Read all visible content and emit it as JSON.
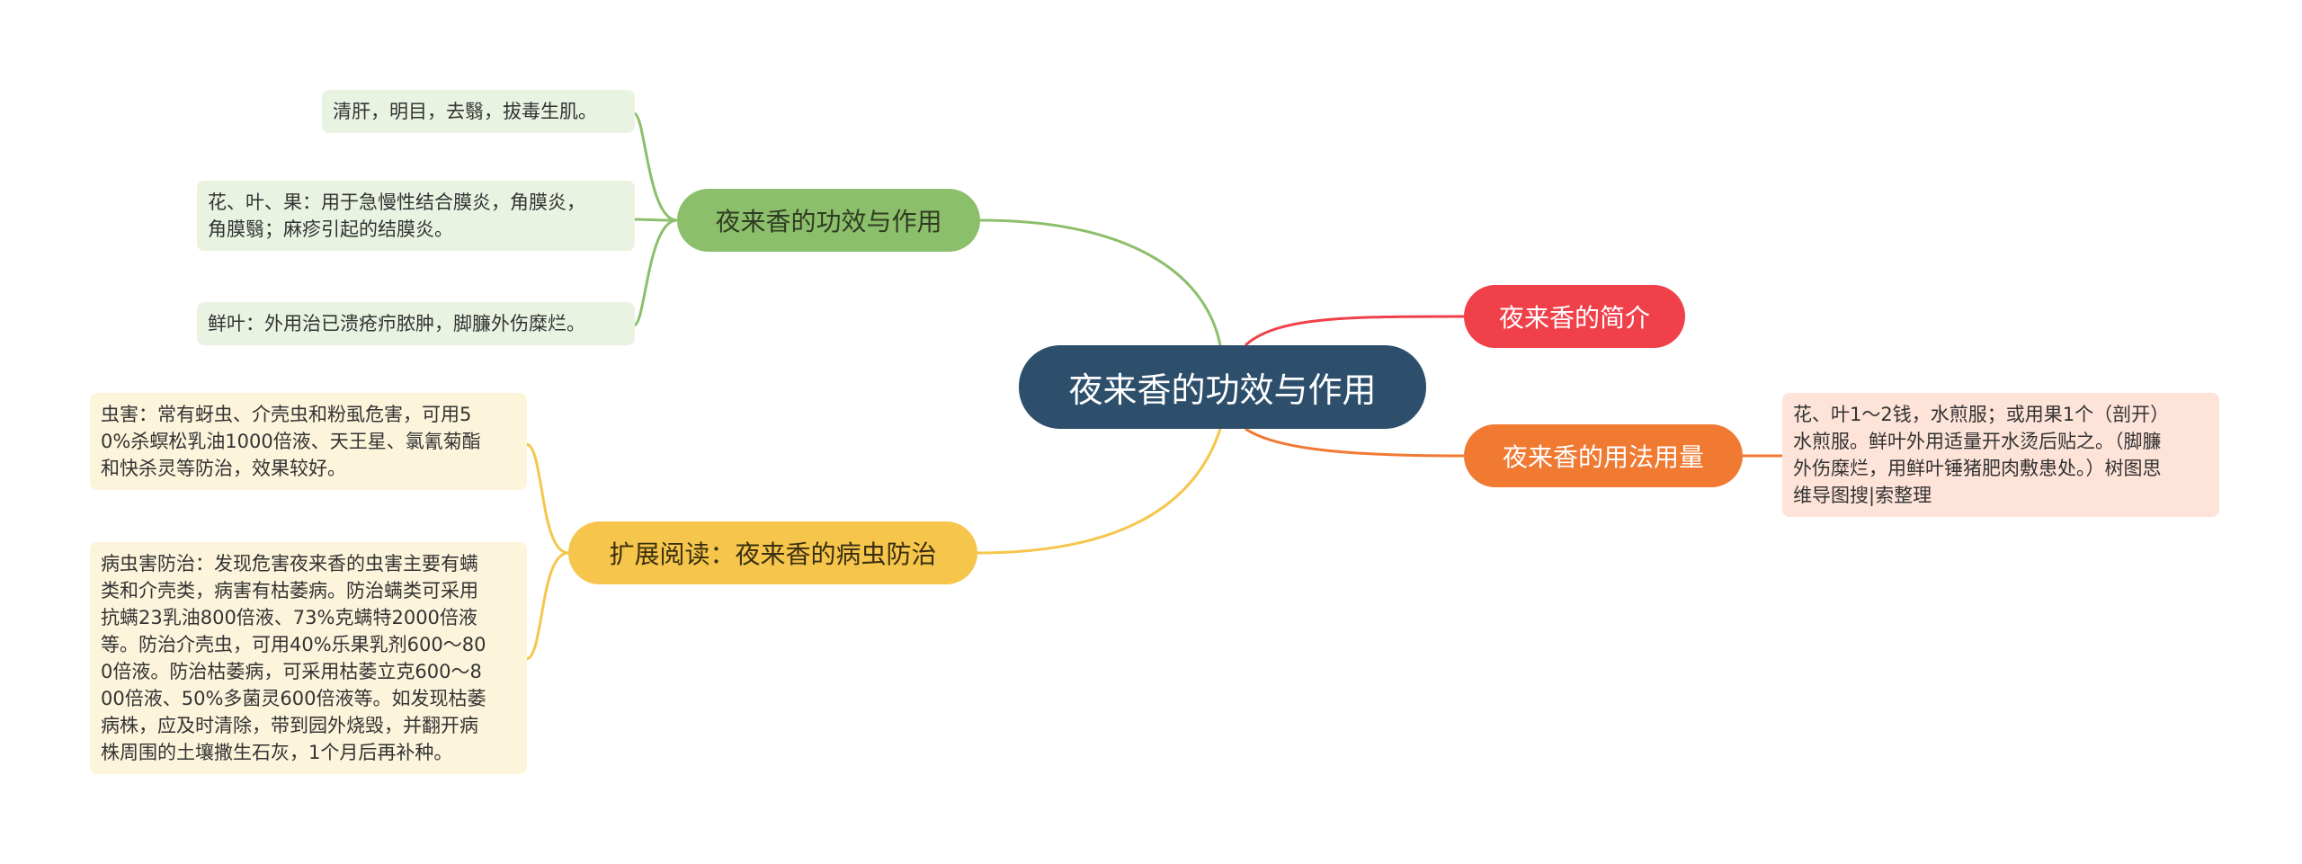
{
  "root": {
    "label": "夜来香的功效与作用"
  },
  "branches": {
    "efficacy": {
      "label": "夜来香的功效与作用",
      "color": "#8cbf6b",
      "items": [
        {
          "lines": [
            "清肝，明目，去翳，拔毒生肌。"
          ]
        },
        {
          "lines": [
            "花、叶、果：用于急慢性结合膜炎，角膜炎，",
            "角膜翳；麻疹引起的结膜炎。"
          ]
        },
        {
          "lines": [
            "鲜叶：外用治已溃疮疖脓肿，脚臁外伤糜烂。"
          ]
        }
      ]
    },
    "pests": {
      "label": "扩展阅读：夜来香的病虫防治",
      "color": "#f6c54b",
      "items": [
        {
          "lines": [
            "虫害：常有蚜虫、介壳虫和粉虱危害，可用5",
            "0%杀螟松乳油1000倍液、天王星、氯氰菊酯",
            "和快杀灵等防治，效果较好。"
          ]
        },
        {
          "lines": [
            "病虫害防治：发现危害夜来香的虫害主要有螨",
            "类和介壳类，病害有枯萎病。防治螨类可采用",
            "抗螨23乳油800倍液、73%克螨特2000倍液",
            "等。防治介壳虫，可用40%乐果乳剂600～80",
            "0倍液。防治枯萎病，可采用枯萎立克600～8",
            "00倍液、50%多菌灵600倍液等。如发现枯萎",
            "病株，应及时清除，带到园外烧毁，并翻开病",
            "株周围的土壤撒生石灰，1个月后再补种。"
          ]
        }
      ]
    },
    "intro": {
      "label": "夜来香的简介",
      "color": "#f0404a"
    },
    "usage": {
      "label": "夜来香的用法用量",
      "color": "#f07a32",
      "items": [
        {
          "lines": [
            "花、叶1～2钱，水煎服；或用果1个（剖开）",
            "水煎服。鲜叶外用适量开水烫后贴之。（脚臁",
            "外伤糜烂，用鲜叶锤猪肥肉敷患处。）树图思",
            "维导图搜|索整理"
          ]
        }
      ]
    }
  }
}
